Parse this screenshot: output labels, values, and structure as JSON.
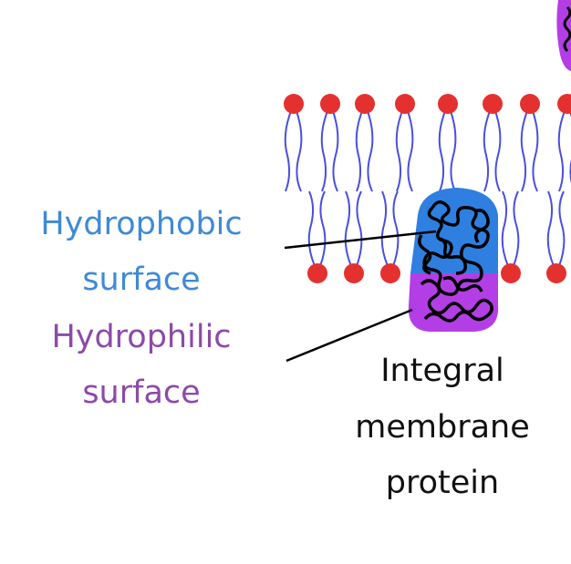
{
  "labels": {
    "hydrophobic": [
      "Hydrophobic",
      "surface"
    ],
    "hydrophilic": [
      "Hydrophilic",
      "surface"
    ],
    "protein": [
      "Integral",
      "membrane",
      "protein"
    ]
  },
  "colors": {
    "lipid_head": "#e53030",
    "lipid_tail": "#4a4ee0",
    "hydrophobic_region": "#2f7fe0",
    "hydrophilic_region": "#b33ee6",
    "hydrophobic_text": "#3e8ad6",
    "hydrophilic_text": "#8c4aa8",
    "protein_chain": "#000000"
  }
}
